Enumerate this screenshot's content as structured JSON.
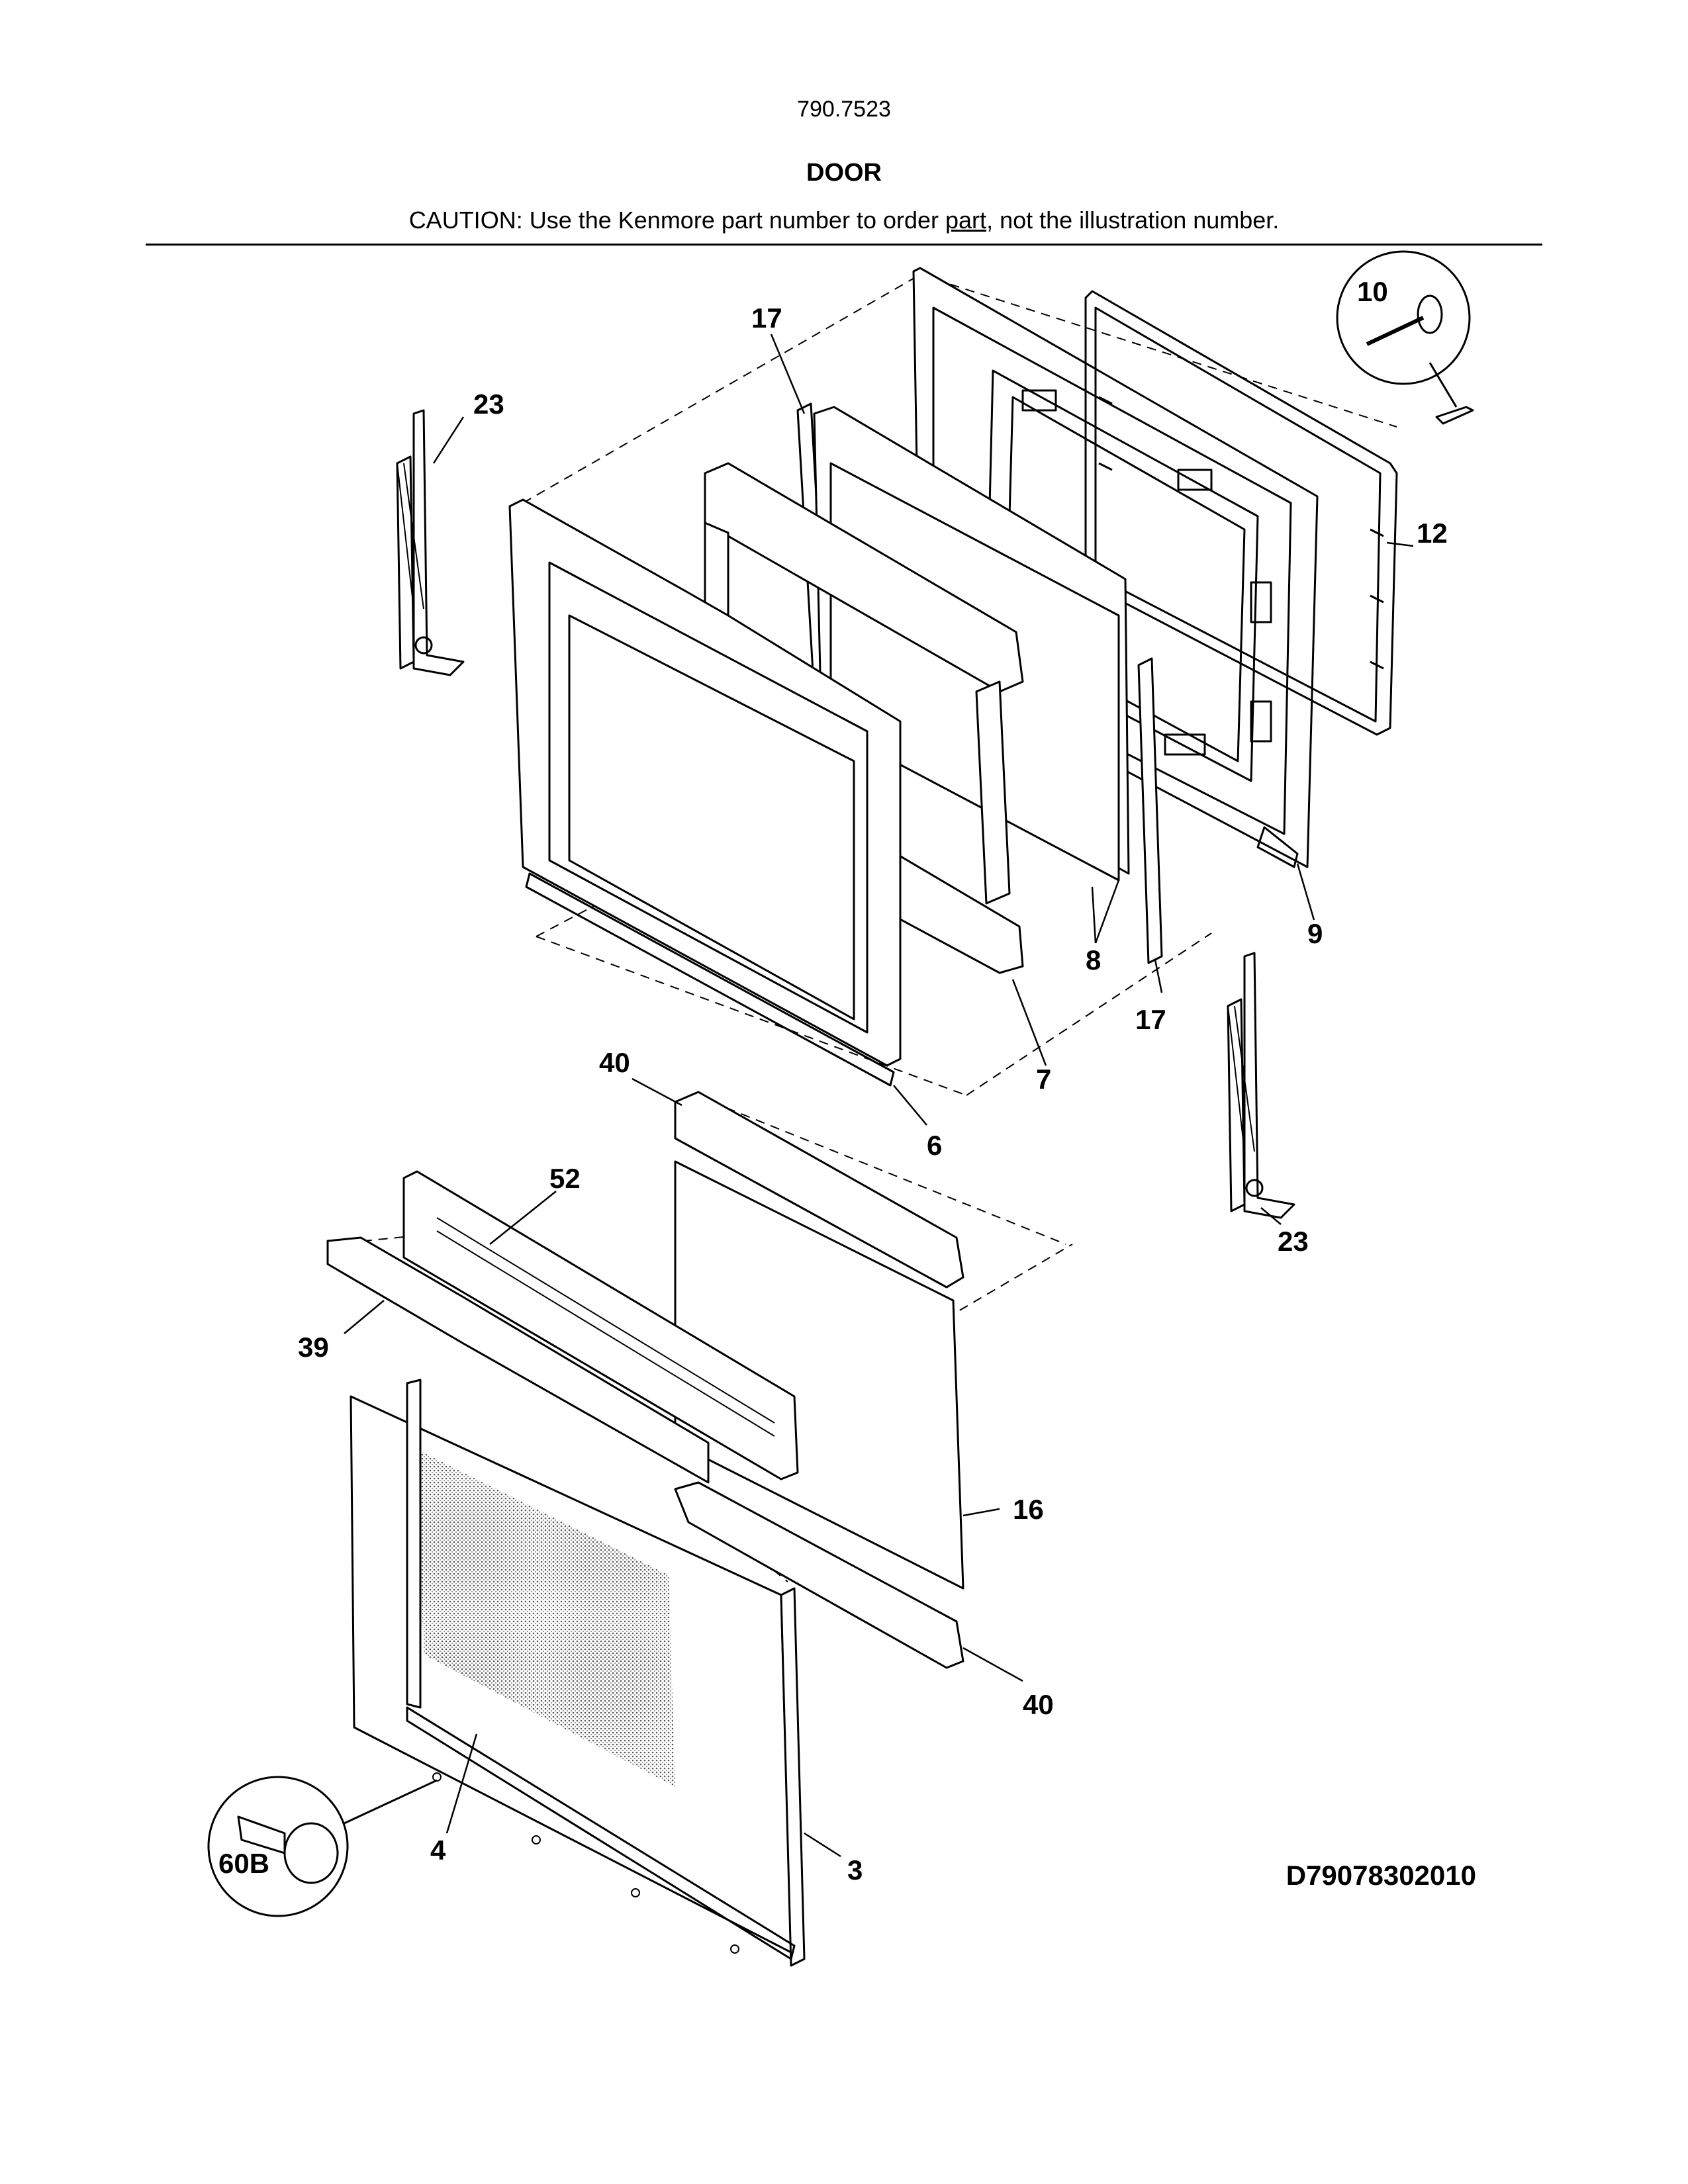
{
  "header": {
    "model_number": "790.7523",
    "section_title": "DOOR",
    "caution_prefix": "CAUTION: Use the Kenmore part number to order ",
    "caution_link": "part",
    "caution_suffix": ", not the illustration number."
  },
  "callouts": {
    "c10": "10",
    "c17_top": "17",
    "c23_top": "23",
    "c12": "12",
    "c9": "9",
    "c8": "8",
    "c7": "7",
    "c17_bottom": "17",
    "c6": "6",
    "c40_top": "40",
    "c52": "52",
    "c23_bottom": "23",
    "c39": "39",
    "c16": "16",
    "c40_bottom": "40",
    "c60b": "60B",
    "c4": "4",
    "c3": "3"
  },
  "diagram_number": "D79078302010"
}
